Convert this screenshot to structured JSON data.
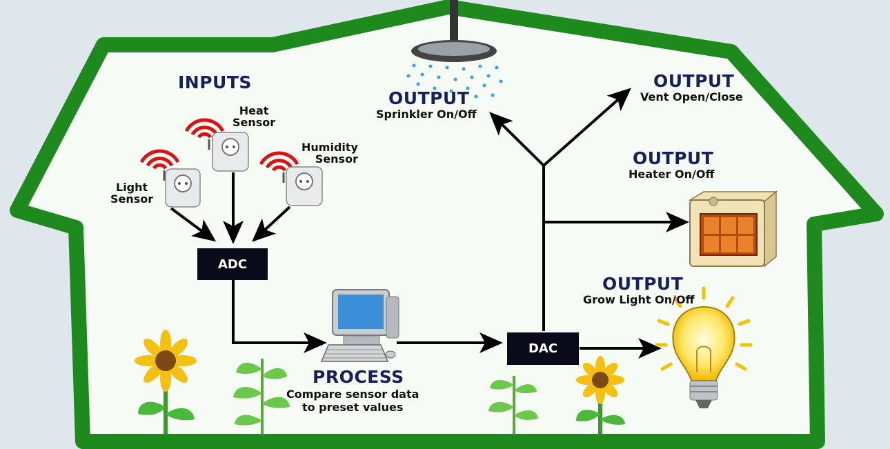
{
  "inputs": {
    "title": "INPUTS",
    "light_sensor": [
      "Light",
      "Sensor"
    ],
    "heat_sensor": [
      "Heat",
      "Sensor"
    ],
    "humidity_sensor": [
      "Humidity",
      "Sensor"
    ]
  },
  "adc_label": "ADC",
  "dac_label": "DAC",
  "process": {
    "title": "PROCESS",
    "desc": [
      "Compare sensor data",
      "to preset values"
    ]
  },
  "outputs": {
    "sprinkler": {
      "title": "OUTPUT",
      "desc": "Sprinkler On/Off"
    },
    "vent": {
      "title": "OUTPUT",
      "desc": "Vent Open/Close"
    },
    "heater": {
      "title": "OUTPUT",
      "desc": "Heater On/Off"
    },
    "grow_light": {
      "title": "OUTPUT",
      "desc": "Grow Light On/Off"
    }
  },
  "colors": {
    "house_outline": "#1e8a1e",
    "house_fill": "#f7fbf5",
    "background": "#dfe7ec",
    "heading": "#15205c",
    "signal": "#e01010"
  },
  "icons": [
    "light-sensor-icon",
    "heat-sensor-icon",
    "humidity-sensor-icon",
    "computer-icon",
    "sprinkler-icon",
    "heater-icon",
    "light-bulb-icon",
    "sunflower-icon",
    "plant-icon"
  ]
}
